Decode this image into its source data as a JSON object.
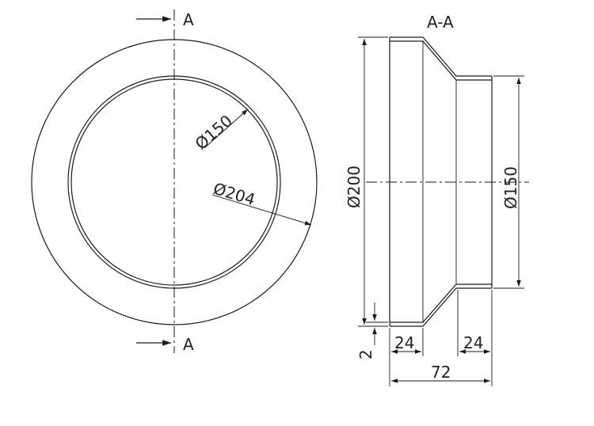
{
  "drawing": {
    "section_label_top": "A",
    "section_label_bottom": "A",
    "section_view_label": "A-A",
    "inner_diameter_front": "Ø150",
    "outer_diameter_front": "Ø204",
    "outer_diameter_side": "Ø200",
    "inner_diameter_side": "Ø150",
    "wall_thickness": "2",
    "left_length": "24",
    "right_length": "24",
    "total_length": "72"
  }
}
